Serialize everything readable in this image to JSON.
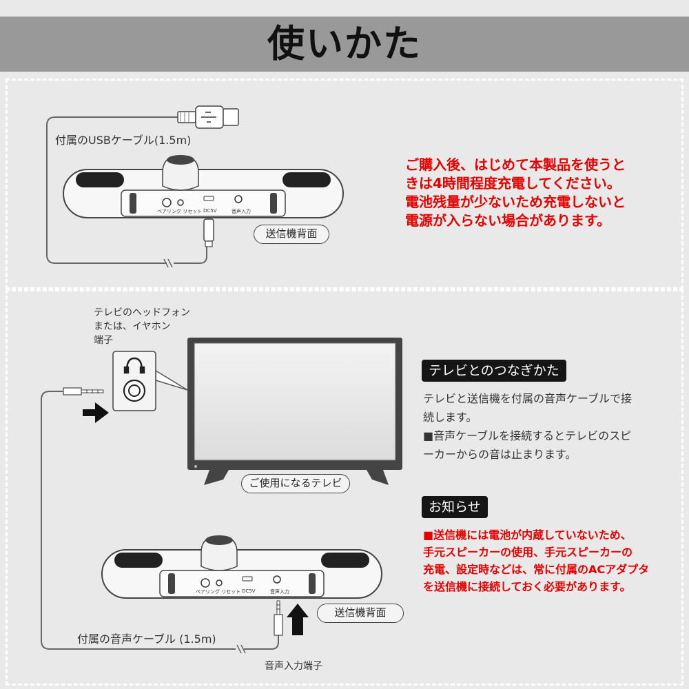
{
  "header": {
    "title": "使いかた"
  },
  "top": {
    "usb_cable_label": "付属のUSBケーブル(1.5m)",
    "device_back_label": "送信機背面",
    "port_labels": {
      "pairing_reset": "ペアリング リセット",
      "dc5v": "DC5V",
      "audio_in": "音声入力"
    },
    "notice_lines": [
      "ご購入後、はじめて本製品を使うと",
      "きは4時間程度充電してください。",
      "電池残量が少ないため充電しないと",
      "電源が入らない場合があります。"
    ]
  },
  "bottom": {
    "tv_jack_label_lines": [
      "テレビのヘッドフォン",
      "または、イヤホン",
      "端子"
    ],
    "tv_label": "ご使用になるテレビ",
    "connect_heading": "テレビとのつなぎかた",
    "connect_text_lines": [
      "テレビと送信機を付属の音声ケーブルで接",
      "続します。",
      "■音声ケーブルを接続するとテレビのスピ",
      "ーカーからの音は止まります。"
    ],
    "notice_heading": "お知らせ",
    "notice_lines": [
      "■送信機には電池が内蔵していないため、",
      "手元スピーカーの使用、手元スピーカーの",
      "充電、設定時などは、常に付属のACアダプタ",
      "を送信機に接続しておく必要があります。"
    ],
    "device_back_label": "送信機背面",
    "audio_cable_label": "付属の音声ケーブル (1.5m)",
    "audio_input_terminal_label": "音声入力端子",
    "port_labels": {
      "pairing_reset": "ペアリング リセット",
      "dc5v": "DC5V",
      "audio_in": "音声入力"
    }
  },
  "colors": {
    "accent_red": "#e60000",
    "header_bg": "#999999",
    "page_bg": "#e9e9e9"
  }
}
